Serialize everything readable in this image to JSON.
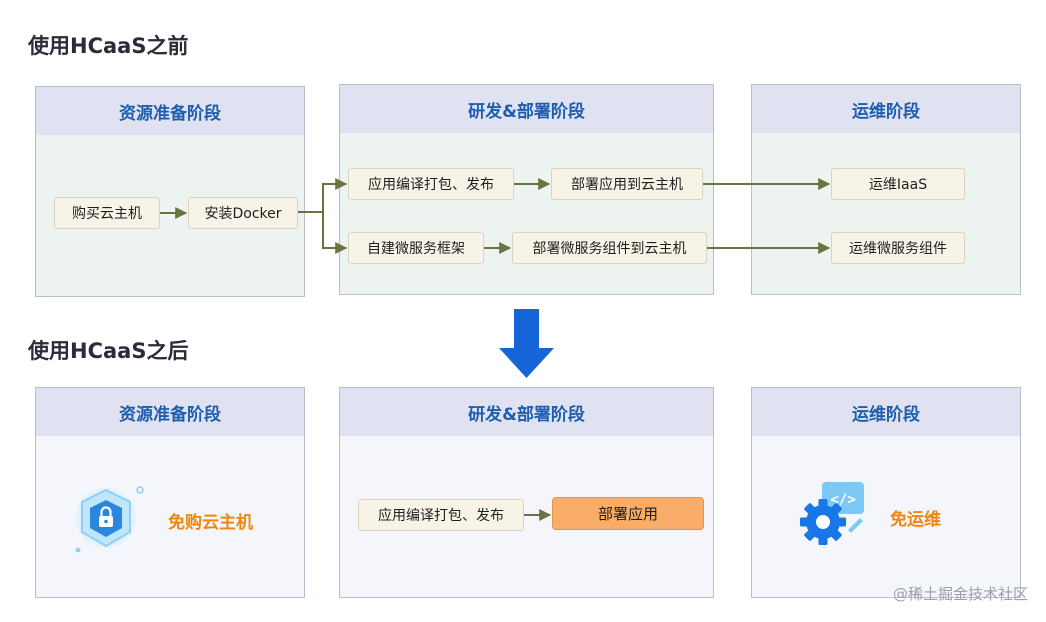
{
  "before": {
    "title": "使用HCaaS之前",
    "stages": {
      "resource": "资源准备阶段",
      "dev": "研发&部署阶段",
      "ops": "运维阶段"
    },
    "steps": {
      "buy_host": "购买云主机",
      "install_docker": "安装Docker",
      "compile_publish": "应用编译打包、发布",
      "deploy_app_to_host": "部署应用到云主机",
      "build_microservice": "自建微服务框架",
      "deploy_ms_to_host": "部署微服务组件到云主机",
      "ops_iaas": "运维IaaS",
      "ops_microservice": "运维微服务组件"
    }
  },
  "after": {
    "title": "使用HCaaS之后",
    "stages": {
      "resource": "资源准备阶段",
      "dev": "研发&部署阶段",
      "ops": "运维阶段"
    },
    "labels": {
      "no_buy_host": "免购云主机",
      "no_ops": "免运维"
    },
    "steps": {
      "compile_publish": "应用编译打包、发布",
      "deploy_app": "部署应用"
    }
  },
  "watermark": "@稀土掘金技术社区",
  "colors": {
    "header_text": "#1d5fae",
    "header_bg": "#e1e2f1",
    "step_bg": "#f7f3e6",
    "highlight_step": "#f9ad68",
    "connector": "#6b7441",
    "transition_arrow": "#1565d8",
    "emphasis_text": "#f0860f"
  },
  "icons": [
    "arrow-down-icon",
    "shield-lock-icon",
    "gear-code-icon"
  ]
}
